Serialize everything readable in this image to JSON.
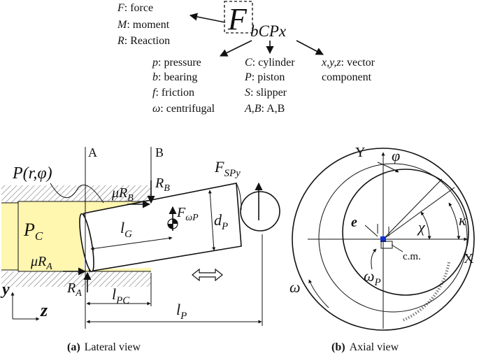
{
  "legend": {
    "symbol": "F",
    "subscripts": "bCPx",
    "left_items": [
      {
        "sym": "F",
        "desc": ": force"
      },
      {
        "sym": "M",
        "desc": ": moment"
      },
      {
        "sym": "R",
        "desc": ": Reaction"
      }
    ],
    "col1": [
      {
        "sym": "p",
        "desc": ": pressure"
      },
      {
        "sym": "b",
        "desc": ": bearing"
      },
      {
        "sym": "f",
        "desc": ": friction"
      },
      {
        "sym": "ω",
        "desc": ": centrifugal"
      }
    ],
    "col2": [
      {
        "sym": "C",
        "desc": ": cylinder"
      },
      {
        "sym": "P",
        "desc": ": piston"
      },
      {
        "sym": "S",
        "desc": ": slipper"
      },
      {
        "sym": "A,B",
        "desc": ": A,B"
      }
    ],
    "col3": [
      {
        "sym": "x,y,z",
        "desc": ": vector"
      },
      {
        "sym": "",
        "desc": "component"
      }
    ]
  },
  "lateral": {
    "pressure": "P(r,φ)",
    "pc": "P",
    "pc_sub": "C",
    "label_A": "A",
    "label_B": "B",
    "RB": "R",
    "RB_sub": "B",
    "muRB": "μR",
    "muRB_sub": "B",
    "muRA": "μR",
    "muRA_sub": "A",
    "RA": "R",
    "RA_sub": "A",
    "FSPy": "F",
    "FSPy_sub": "SPy",
    "FwP": "F",
    "FwP_sub": "ωP",
    "lG": "l",
    "lG_sub": "G",
    "dP": "d",
    "dP_sub": "P",
    "lPC": "l",
    "lPC_sub": "PC",
    "lP": "l",
    "lP_sub": "P",
    "y_axis": "y",
    "z_axis": "z",
    "caption_tag": "(a)",
    "caption_text": "Lateral view"
  },
  "axial": {
    "Y": "Y",
    "X": "X",
    "phi": "φ",
    "e": "e",
    "chi": "χ",
    "kappa": "κ",
    "cm": "c.m.",
    "omegaP": "ω",
    "omegaP_sub": "P",
    "omega": "ω",
    "caption_tag": "(b)",
    "caption_text": "Axial view"
  },
  "colors": {
    "fluid": "#fff6b0",
    "hatch": "#777777",
    "center_dot": "#1030d0"
  }
}
